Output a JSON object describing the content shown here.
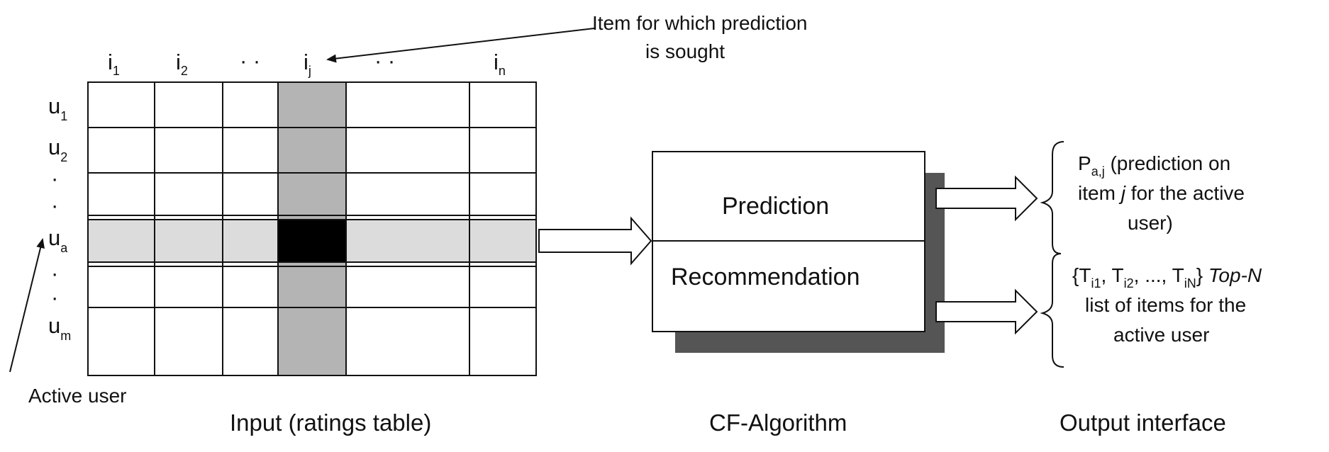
{
  "matrix": {
    "columns": [
      {
        "base": "i",
        "sub": "1"
      },
      {
        "base": "i",
        "sub": "2"
      },
      {
        "base": "· ·",
        "sub": ""
      },
      {
        "base": "i",
        "sub": "j"
      },
      {
        "base": "· ·",
        "sub": ""
      },
      {
        "base": "i",
        "sub": "n"
      }
    ],
    "rows": [
      {
        "base": "u",
        "sub": "1"
      },
      {
        "base": "u",
        "sub": "2"
      },
      {
        "base": "·",
        "sub": ""
      },
      {
        "base": "·",
        "sub": ""
      },
      {
        "base": "u",
        "sub": "a"
      },
      {
        "base": "·",
        "sub": ""
      },
      {
        "base": "·",
        "sub": ""
      },
      {
        "base": "u",
        "sub": "m"
      }
    ],
    "column_shade": "#b4b4b4",
    "row_shade": "#dcdcdc",
    "cell_highlight": "#000000"
  },
  "annotations": {
    "item_line1": "Item for which prediction",
    "item_line2": "is sought",
    "active_user": "Active user"
  },
  "algorithm": {
    "prediction": "Prediction",
    "recommendation": "Recommendation",
    "shadow_color": "#555555"
  },
  "output": {
    "prediction": {
      "p": "P",
      "p_sub": "a,j",
      "line1_rest": " (prediction on",
      "line2_pre": "item ",
      "line2_italic": "j",
      "line2_post": " for the active",
      "line3": "user)"
    },
    "recommendation": {
      "open": "{T",
      "sub1": "i1",
      "sep1": ", T",
      "sub2": "i2",
      "sep2": ", ..., T",
      "subN": "iN",
      "close": "}",
      "topn": "Top-N",
      "line2": "list of items for the",
      "line3": "active user"
    }
  },
  "captions": {
    "input": "Input (ratings table)",
    "algorithm": "CF-Algorithm",
    "output": "Output interface"
  }
}
